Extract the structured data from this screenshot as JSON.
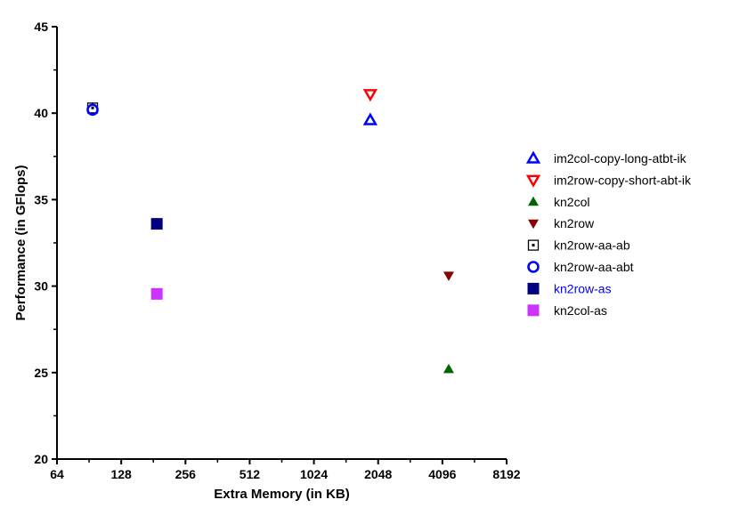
{
  "chart_data": {
    "type": "scatter",
    "title": "",
    "xlabel": "Extra Memory (in KB)",
    "ylabel": "Performance (in GFlops)",
    "x_scale": "log2",
    "xlim": [
      64,
      8192
    ],
    "ylim": [
      20,
      45
    ],
    "x_ticks": [
      64,
      128,
      256,
      512,
      1024,
      2048,
      4096,
      8192
    ],
    "x_tick_labels": [
      "64",
      "128",
      "256",
      "512",
      "1024",
      "2048",
      "4096",
      "8192"
    ],
    "y_ticks": [
      20,
      25,
      30,
      35,
      40,
      45
    ],
    "y_tick_labels": [
      "20",
      "25",
      "30",
      "35",
      "40",
      "45"
    ],
    "grid": false,
    "legend_position": "right",
    "series": [
      {
        "name": "im2col-copy-long-atbt-ik",
        "marker": "triangle-up-open",
        "color": "#0000ff",
        "points": [
          [
            1881,
            39.6
          ]
        ]
      },
      {
        "name": "im2row-copy-short-abt-ik",
        "marker": "triangle-down-open",
        "color": "#ff0000",
        "points": [
          [
            1881,
            41.1
          ]
        ]
      },
      {
        "name": "kn2col",
        "marker": "triangle-up-filled",
        "color": "#006400",
        "points": [
          [
            4385,
            25.2
          ]
        ]
      },
      {
        "name": "kn2row",
        "marker": "triangle-down-filled",
        "color": "#8b0000",
        "points": [
          [
            4385,
            30.6
          ]
        ]
      },
      {
        "name": "kn2row-aa-ab",
        "marker": "square-open-dot",
        "color": "#000000",
        "points": [
          [
            94,
            40.3
          ]
        ]
      },
      {
        "name": "kn2row-aa-abt",
        "marker": "circle-open",
        "color": "#0000ff",
        "points": [
          [
            94,
            40.2
          ]
        ]
      },
      {
        "name": "kn2row-as",
        "marker": "square-filled",
        "color": "#000080",
        "label_color": "#0000ff",
        "points": [
          [
            188,
            33.6
          ]
        ]
      },
      {
        "name": "kn2col-as",
        "marker": "square-filled",
        "color": "#cc33ff",
        "points": [
          [
            188,
            29.55
          ]
        ]
      }
    ]
  }
}
